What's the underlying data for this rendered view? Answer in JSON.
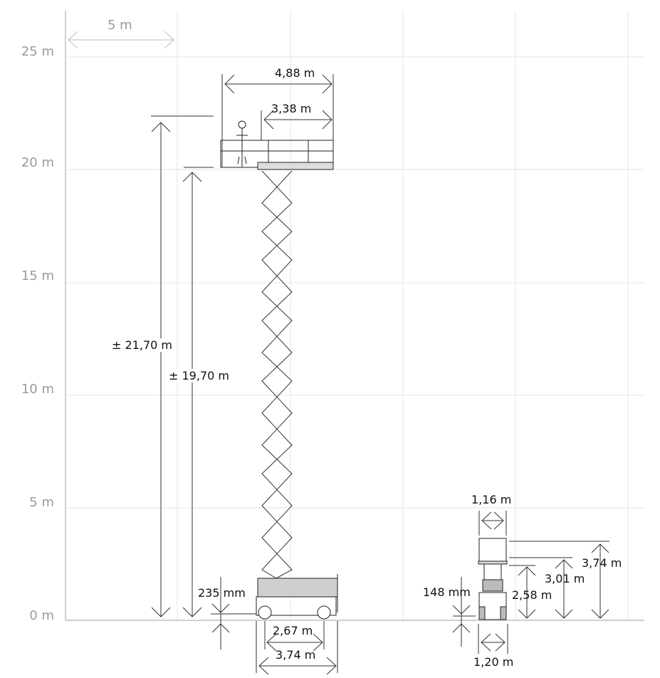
{
  "diagram": {
    "subject": "Scissor lift dimension drawing",
    "grid": {
      "y_axis_labels": [
        "25 m",
        "20 m",
        "15 m",
        "10 m",
        "5 m",
        "0 m"
      ],
      "scale_bar_label": "5 m",
      "line_color": "#dddddd",
      "label_color": "#9a9a9a"
    },
    "side_view": {
      "platform_length_total": "4,88 m",
      "platform_extension": "3,38 m",
      "working_height": "± 21,70 m",
      "platform_height": "± 19,70 m",
      "ground_clearance": "235 mm",
      "wheelbase": "2,67 m",
      "overall_length": "3,74 m"
    },
    "front_view": {
      "platform_width": "1,16 m",
      "overall_width": "1,20 m",
      "ground_clearance": "148 mm",
      "stowed_height_platform": "2,58 m",
      "stowed_height_rails_folded": "3,01 m",
      "stowed_height_rails_up": "3,74 m"
    }
  }
}
